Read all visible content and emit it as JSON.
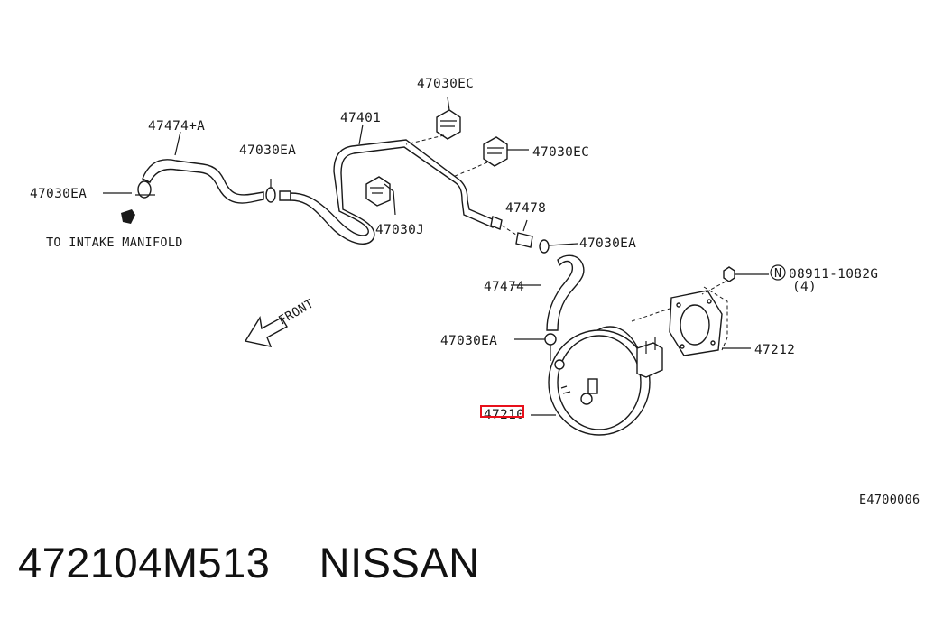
{
  "labels": {
    "hose_47474A": "47474+A",
    "clamp_47030EA_left": "47030EA",
    "clamp_47030EA_upper": "47030EA",
    "to_intake_manifold": "TO INTAKE MANIFOLD",
    "tube_47401": "47401",
    "clip_47030EC_top": "47030EC",
    "clip_47030EC_right": "47030EC",
    "clip_47030J": "47030J",
    "valve_47478": "47478",
    "clamp_47030EA_valve": "47030EA",
    "hose_47474": "47474",
    "clamp_47030EA_booster": "47030EA",
    "booster_47210": "47210",
    "gasket_47212": "47212",
    "nut_08911": "08911-1082G",
    "nut_qty": "(4)",
    "nut_circle": "N",
    "front": "FRONT",
    "figure_code": "E4700006"
  },
  "title": {
    "part_number": "472104M513",
    "brand": "NISSAN",
    "separator": "    "
  },
  "colors": {
    "highlight": "#e8101b",
    "line": "#1a1a1a"
  }
}
